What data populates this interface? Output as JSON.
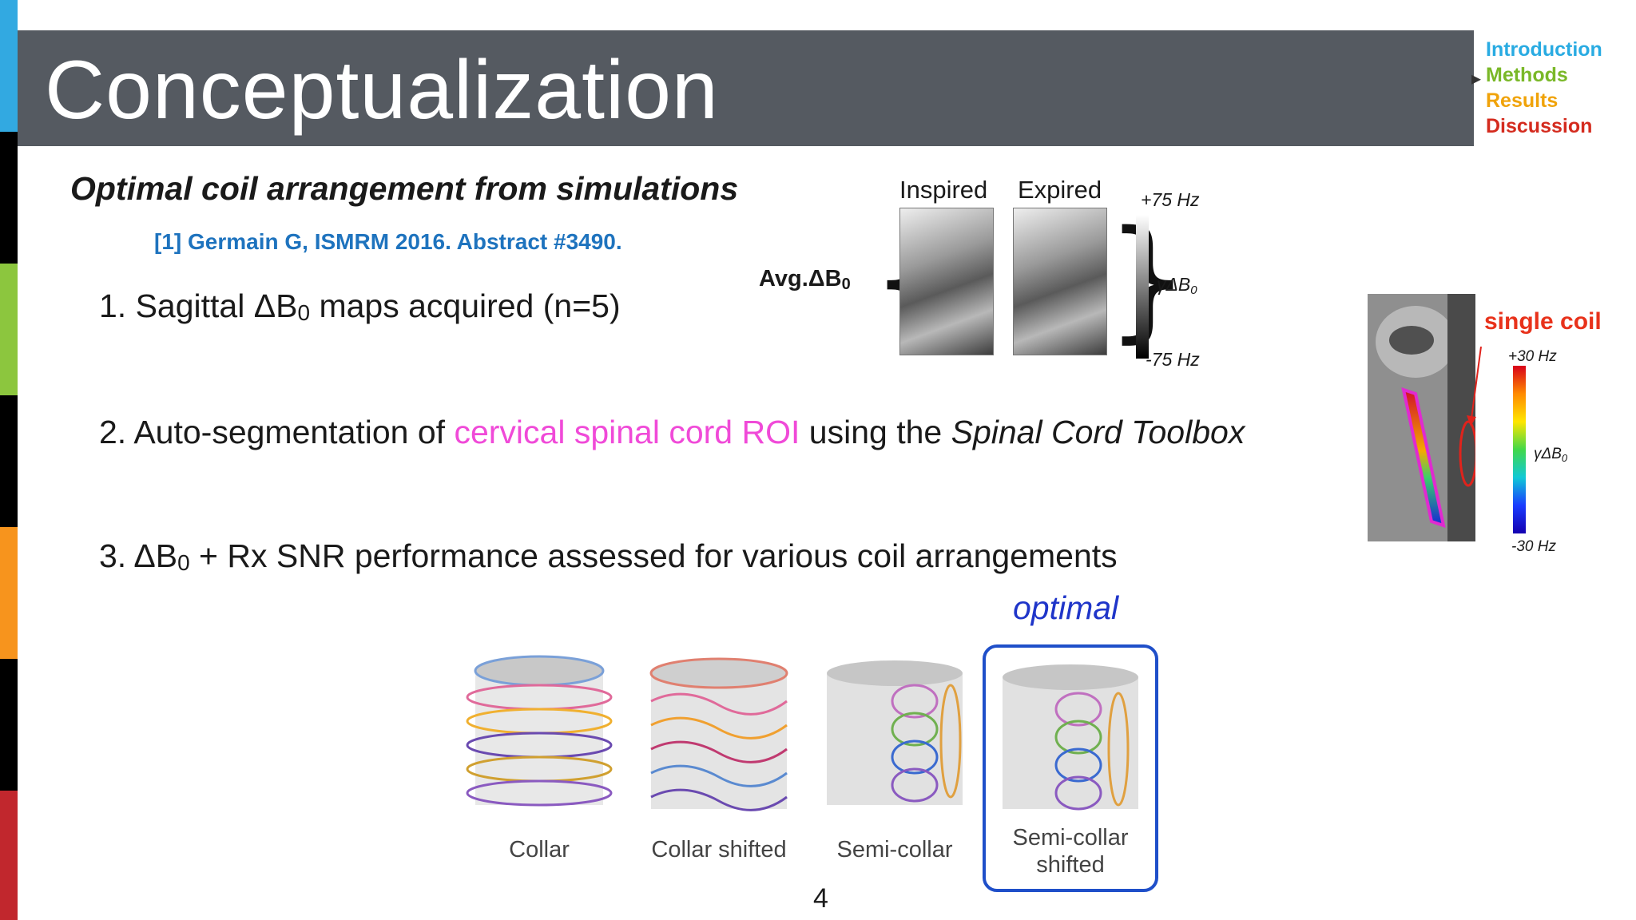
{
  "sidebar": {
    "colors": [
      "#32a9e1",
      "#000000",
      "#8cc63e",
      "#000000",
      "#f7941d",
      "#000000",
      "#c1272d"
    ]
  },
  "header": {
    "title": "Conceptualization"
  },
  "nav": {
    "items": [
      {
        "label": "Introduction",
        "color": "#29abe2"
      },
      {
        "label": "Methods",
        "color": "#7ab828"
      },
      {
        "label": "Results",
        "color": "#f0a30a"
      },
      {
        "label": "Discussion",
        "color": "#d42b1e"
      }
    ],
    "current_marker": "chevron-right-icon"
  },
  "content": {
    "subtitle": "Optimal coil arrangement from simulations",
    "reference": "[1] Germain G, ISMRM 2016. Abstract #3490.",
    "step1": {
      "prefix": "1. Sagittal ΔB",
      "sub": "0",
      "suffix": " maps acquired (n=5)"
    },
    "step2": {
      "prefix": "2. Auto-segmentation of ",
      "highlight": "cervical spinal cord ROI",
      "highlight_color": "#f04ad8",
      "middle": " using the ",
      "italic": "Spinal Cord Toolbox"
    },
    "step3": {
      "prefix": "3. ΔB",
      "sub": "0",
      "suffix": " + Rx SNR performance assessed for various coil arrangements"
    }
  },
  "b0_maps": {
    "avg_label": "Avg.ΔB",
    "avg_sub": "0",
    "inspired": "Inspired",
    "expired": "Expired",
    "scale_max": "+75 Hz",
    "scale_min": "-75 Hz",
    "scale_label": "γΔB",
    "scale_label_sub": "0"
  },
  "single_coil_panel": {
    "label": "single coil",
    "label_color": "#e8321b",
    "scale_max": "+30 Hz",
    "scale_min": "-30 Hz",
    "scale_label": "γΔB",
    "scale_label_sub": "0"
  },
  "coils": {
    "optimal_label": "optimal",
    "items": [
      {
        "label": "Collar"
      },
      {
        "label": "Collar shifted"
      },
      {
        "label": "Semi-collar"
      },
      {
        "label": "Semi-collar",
        "label2": "shifted"
      }
    ]
  },
  "page_number": "4"
}
